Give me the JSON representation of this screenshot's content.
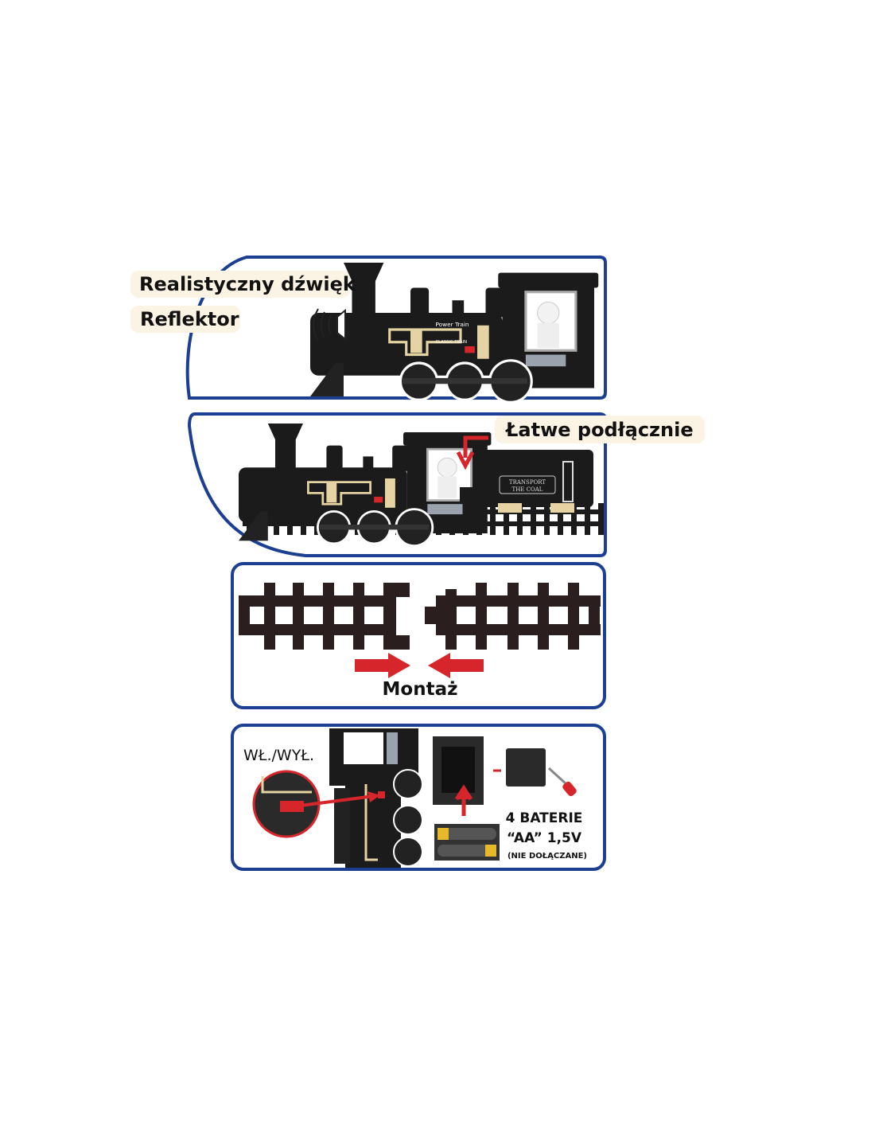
{
  "colors": {
    "frame": "#1c3f94",
    "pill": "#fbf3e4",
    "arrow": "#d7262b",
    "train": "#1b1b1b",
    "gold": "#e6d3a3"
  },
  "panel_sound": {
    "label_sound": "Realistyczny dźwięk",
    "label_light": "Reflektor",
    "loco_name": "Power Train",
    "loco_badge": "CLASSIC TRAIN",
    "icon": "speaker-icon"
  },
  "panel_connect": {
    "label": "Łatwe podłącznie",
    "tender_text_1": "TRANSPORT",
    "tender_text_2": "THE COAL",
    "icon": "arrow-down-icon"
  },
  "panel_track": {
    "label": "Montaż",
    "icon": "arrow-right-left-icon"
  },
  "panel_battery": {
    "switch_label": "WŁ./WYŁ.",
    "battery_line_1": "4 BATERIE",
    "battery_line_2": "“AA” 1,5V",
    "battery_note": "(NIE DOŁĄCZANE)",
    "icon": "screwdriver-icon"
  }
}
